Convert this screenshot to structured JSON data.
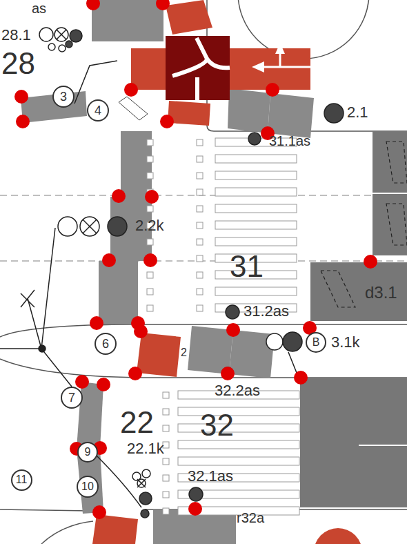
{
  "diagram": {
    "nodes": [
      {
        "text": [
          "3"
        ]
      },
      {
        "text": [
          "4"
        ]
      },
      {
        "text": [
          "6"
        ]
      },
      {
        "text": [
          "B"
        ]
      },
      {
        "text": [
          "7"
        ]
      },
      {
        "text": [
          "9"
        ]
      },
      {
        "text": [
          "11"
        ]
      },
      {
        "text": [
          "10"
        ]
      }
    ],
    "labels": [
      "as",
      "28.1",
      "28",
      "2.1",
      "31.1as",
      "2.2k",
      "31",
      "d3.1",
      "31.2as",
      "3.1k",
      "2",
      "32.2as",
      "22",
      "32",
      "22.1k",
      "32.1as",
      "r32a"
    ]
  }
}
